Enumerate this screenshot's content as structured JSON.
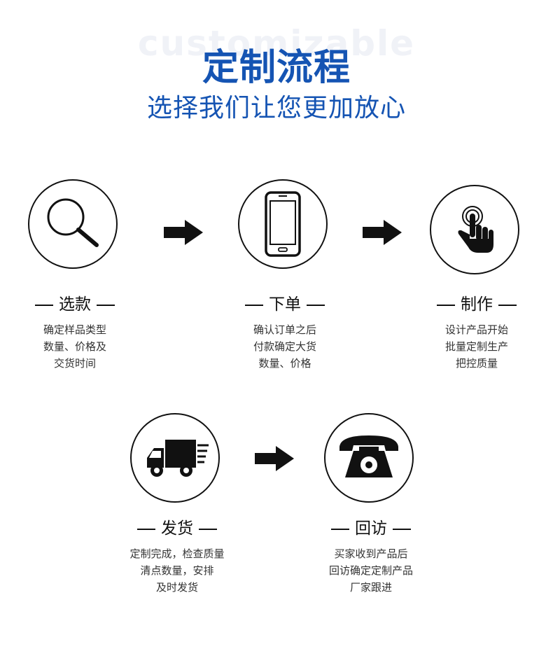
{
  "header": {
    "watermark": "customizable",
    "title": "定制流程",
    "subtitle": "选择我们让您更加放心"
  },
  "colors": {
    "brand": "#1554b3",
    "icon": "#111111"
  },
  "steps": [
    {
      "icon": "magnifier-icon",
      "title": "选款",
      "lines": [
        "确定样品类型",
        "数量、价格及",
        "交货时间"
      ]
    },
    {
      "icon": "smartphone-icon",
      "title": "下单",
      "lines": [
        "确认订单之后",
        "付款确定大货",
        "数量、价格"
      ]
    },
    {
      "icon": "touch-hand-icon",
      "title": "制作",
      "lines": [
        "设计产品开始",
        "批量定制生产",
        "把控质量"
      ]
    },
    {
      "icon": "delivery-truck-icon",
      "title": "发货",
      "lines": [
        "定制完成，检查质量",
        "清点数量，安排",
        "及时发货"
      ]
    },
    {
      "icon": "telephone-icon",
      "title": "回访",
      "lines": [
        "买家收到产品后",
        "回访确定定制产品",
        "厂家跟进"
      ]
    }
  ]
}
